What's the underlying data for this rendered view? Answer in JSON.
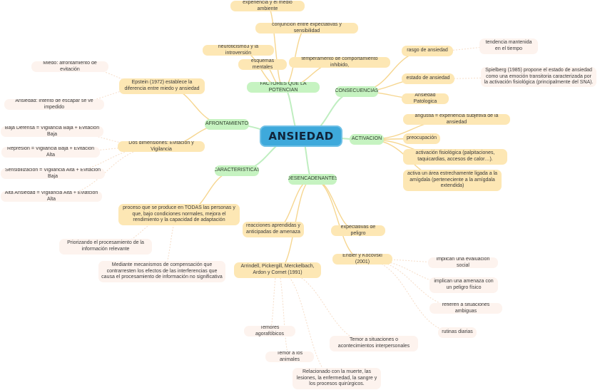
{
  "root": {
    "label": "ANSIEDAD"
  },
  "categories": {
    "factores": {
      "label": "FACTORES QUE LA POTENCIAN",
      "items": [
        "experiencia y el medio ambiente",
        "conjunción entre expectativas y sensibilidad",
        "neuroticismo3 y la introversión",
        "temperamento de comportamiento inhibido,",
        "esquemas mentales"
      ]
    },
    "consecuencias": {
      "label": "CONSECUENCIAS",
      "rasgo": {
        "label": "rasgo de ansiedad",
        "detail": "tendencia mantenida en el tiempo"
      },
      "estado": {
        "label": "estado de ansiedad",
        "detail": "Spielberg (1985) propone el estado de ansiedad como una emoción transitoria caracterizada por la activación fisiológica (principalmente del SNA)."
      },
      "patologica": {
        "label": "Ansiedad Patologica"
      }
    },
    "activacion": {
      "label": "ACTIVACION",
      "items": [
        "angustia = experiencia subjetiva de la ansiedad",
        "preocupación",
        "activación fisiológica (palpitaciones, taquicardias, accesos de calor…).",
        "activa un área estrechamente ligada a la amígdala (perteneciente a la amígdala extendida)"
      ]
    },
    "afrontamiento": {
      "label": "AFRONTAMIENTO",
      "epstein": {
        "label": "Epstein (1972) establece la diferencia entre miedo y ansiedad",
        "items": [
          "Miedo: afrontamiento de evitación",
          "Ansiedad: intento de escapar se ve impedido"
        ]
      },
      "dimensiones": {
        "label": "Dos dimensiones: Evitacion y Vigilancia",
        "items": [
          "Baja Defensa = Vigilancia Baja + Evitacion Baja",
          "Represion = Vigilancia Baja + Evitacion Alta",
          "Sensibilizacion = Vigilancia Alta + Evitacion Baja",
          "Alta Ansiedad = Vigilancia Alta + Eviatcion Alta"
        ]
      }
    },
    "caracteristicas": {
      "label": "CARACTERISTICAS",
      "proceso": {
        "label": "proceso que se produce en TODAS las personas y que, bajo condiciones normales, mejora el rendimiento y la capacidad de adaptación",
        "items": [
          "Priorizando el procesamiento de la información relevante",
          "Mediante mecanismos de compensación que contrarresten los efectos de las interferencias que causa el procesamiento de información no significativa"
        ]
      }
    },
    "desencadenantes": {
      "label": "DESENCADENANTES",
      "reacciones": "reacciones aprendidas y anticipadas de amenaza",
      "expectativas": "expectativas de peligro",
      "arrindell": {
        "label": "Arrindell, Pickergill, Merckelbach, Ardon y Cornet (1991)",
        "items": [
          "Temores agorafóbicos",
          "Temor a los animales",
          "Temor a situaciones o acontecimientos interpersonales",
          "Relacionado con la muerte, las lesiones, la enfermedad, la sangre y los procesos quirúrgicos."
        ]
      },
      "endler": {
        "label": "Endler y Kocovski (2001)",
        "items": [
          "implican una evaluación social",
          "implican una amenaza con un peligro físico",
          "refieren a situaciones ambiguas",
          "rutinas diarias"
        ]
      }
    }
  },
  "colors": {
    "root": "#3ea9db",
    "category": "#c6f3c1",
    "level2": "#fde7b4",
    "level3": "#fdf3ee",
    "link_category": "#bfeec0",
    "link_level2": "#f6d690",
    "link_level3": "#f6ddc8"
  }
}
